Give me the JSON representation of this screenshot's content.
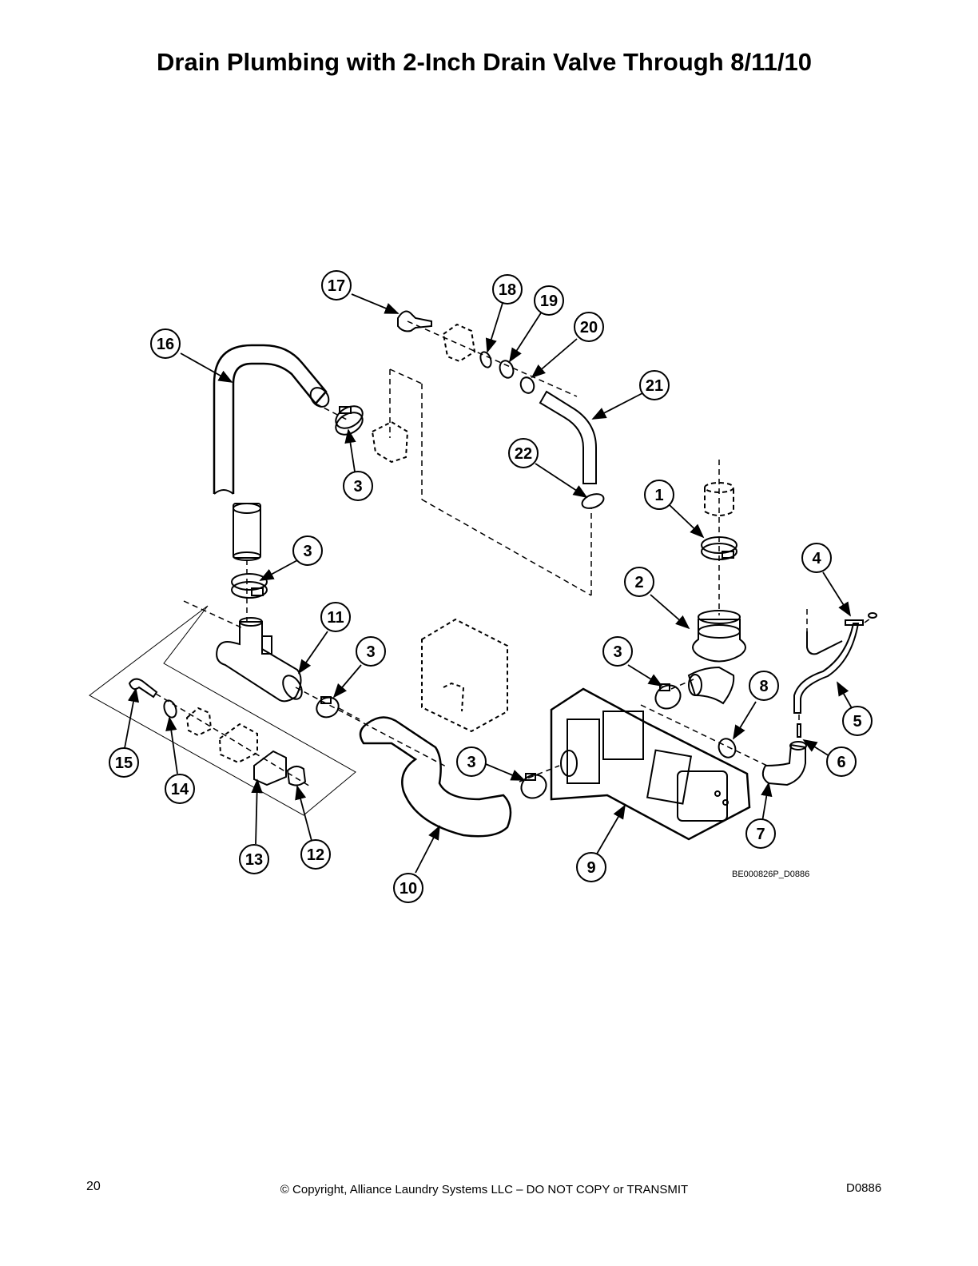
{
  "title": "Drain Plumbing with 2-Inch Drain Valve Through 8/11/10",
  "drawing_code": "BE000826P_D0886",
  "footer": {
    "page_number": "20",
    "copyright": "© Copyright, Alliance Laundry Systems LLC – DO NOT COPY or TRANSMIT",
    "doc_id": "D0886"
  },
  "callouts": [
    "17",
    "18",
    "19",
    "20",
    "16",
    "21",
    "3",
    "22",
    "1",
    "3",
    "4",
    "2",
    "11",
    "3",
    "3",
    "8",
    "5",
    "15",
    "14",
    "6",
    "3",
    "7",
    "13",
    "12",
    "9",
    "10"
  ]
}
